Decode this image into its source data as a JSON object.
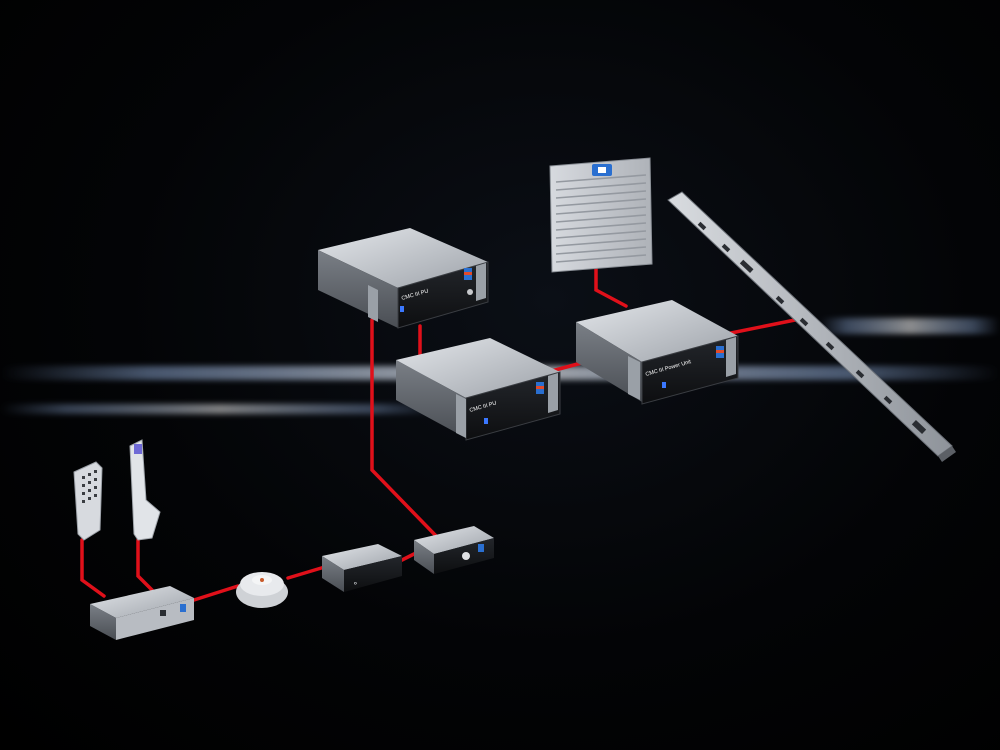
{
  "colors": {
    "background": "#000000",
    "cable": "#e0101a",
    "front_panel": "#15171b",
    "housing_top": "#c9ccd1",
    "glow": "#9fc4ff"
  },
  "labels": {
    "io_unit_top": "CMC III PU",
    "io_unit_mid": "CMC III PU",
    "power_unit": "CMC III Power Unit"
  },
  "icons": {
    "fan_filter": "fan-filter-unit-icon",
    "power_strip": "power-distribution-strip-icon",
    "handheld_access": "access-keypad-icon",
    "handheld_reader": "card-reader-icon",
    "smoke_sensor": "smoke-detector-icon",
    "can_unit": "sensor-unit-icon"
  }
}
